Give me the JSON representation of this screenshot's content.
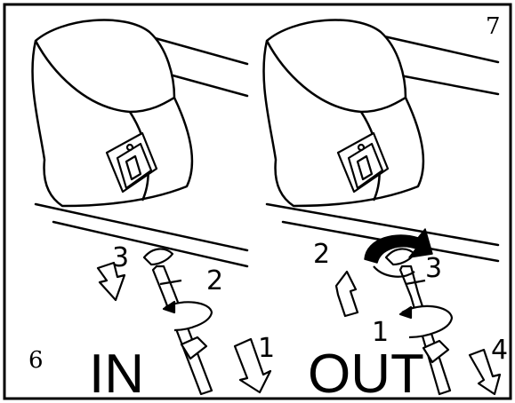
{
  "panels": [
    {
      "id": "left",
      "panel_number": "6",
      "mode_label": "IN",
      "steps": [
        "1",
        "2",
        "3"
      ]
    },
    {
      "id": "right",
      "panel_number": "7",
      "mode_label": "OUT",
      "steps": [
        "1",
        "2",
        "3",
        "4"
      ]
    }
  ],
  "colors": {
    "line": "#000000",
    "background": "#ffffff"
  }
}
